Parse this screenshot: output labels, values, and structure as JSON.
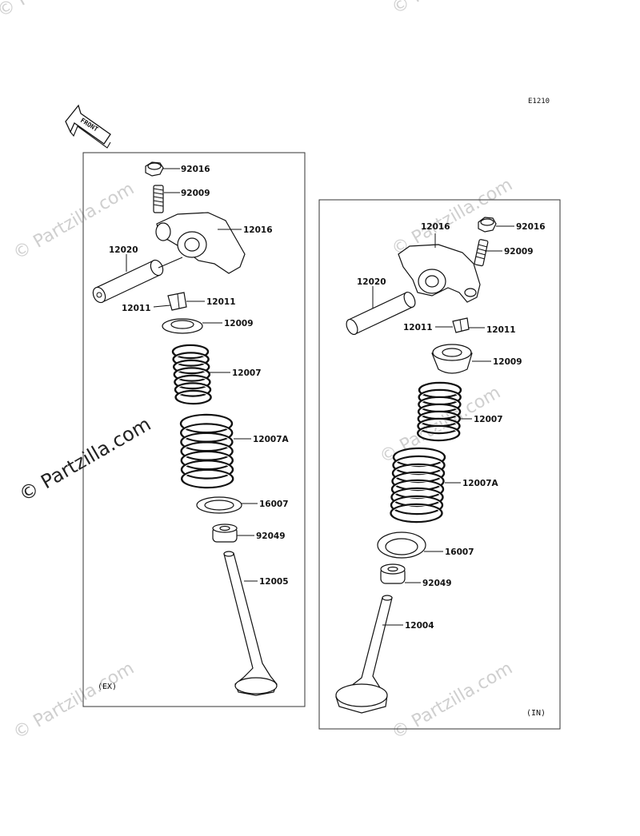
{
  "diagram_code": "E1210",
  "front_label": "FRONT",
  "watermark_text": "© Partzilla.com",
  "panels": {
    "exhaust": {
      "side_label": "(EX)",
      "labels": {
        "nut": "92016",
        "screw": "92009",
        "rocker_arm": "12016",
        "rocker_shaft": "12020",
        "cotter_left": "12011",
        "cotter_right": "12011",
        "retainer": "12009",
        "inner_spring": "12007",
        "outer_spring": "12007A",
        "seat": "16007",
        "oil_seal": "92049",
        "valve": "12005"
      }
    },
    "intake": {
      "side_label": "(IN)",
      "labels": {
        "nut": "92016",
        "screw": "92009",
        "rocker_arm": "12016",
        "rocker_shaft": "12020",
        "cotter_left": "12011",
        "cotter_right": "12011",
        "retainer": "12009",
        "inner_spring": "12007",
        "outer_spring": "12007A",
        "seat": "16007",
        "oil_seal": "92049",
        "valve": "12004"
      }
    }
  },
  "colors": {
    "line": "#111111",
    "watermark": "#cfcfcf",
    "background": "#ffffff"
  }
}
